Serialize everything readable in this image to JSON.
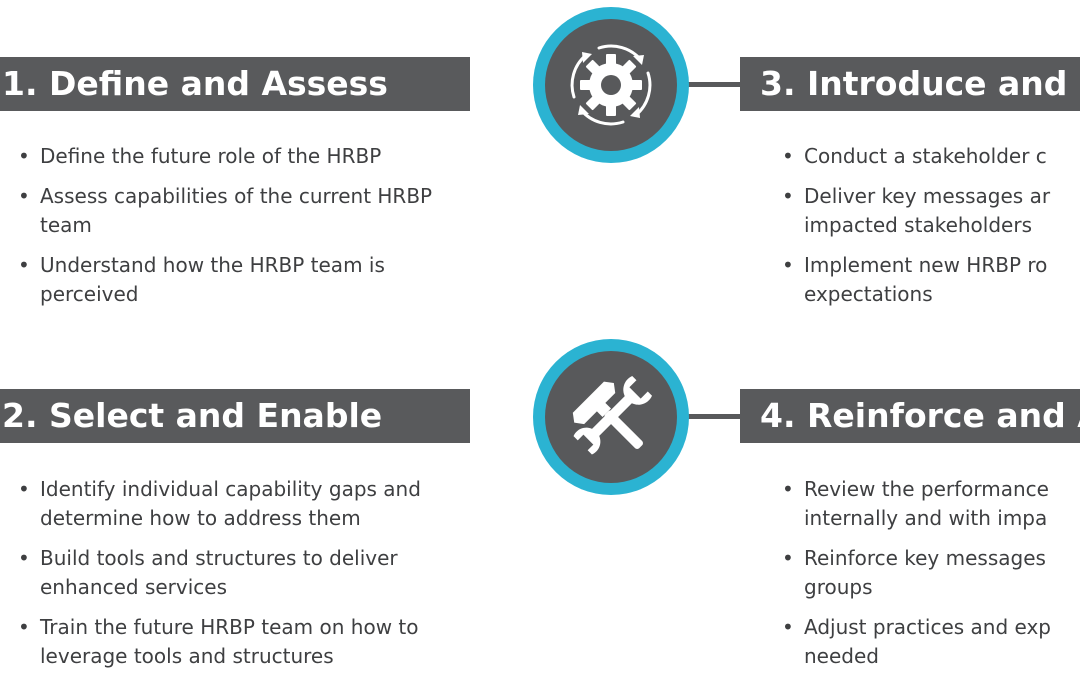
{
  "steps": [
    {
      "title": "1. Define and Assess",
      "bullets": [
        "Define the future role of the HRBP",
        "Assess capabilities of the current HRBP team",
        "Understand how the HRBP team is perceived"
      ]
    },
    {
      "title": "2. Select and Enable",
      "bullets": [
        "Identify individual capability gaps and determine how to address them",
        "Build tools and structures to deliver enhanced services",
        "Train the future HRBP team on how to leverage tools and structures"
      ]
    },
    {
      "title": "3. Introduce and",
      "bullets": [
        [
          "Conduct a stakeholder c"
        ],
        [
          "Deliver key messages ar",
          "impacted stakeholders"
        ],
        [
          "Implement new HRBP ro",
          "expectations"
        ]
      ]
    },
    {
      "title": "4. Reinforce and A",
      "bullets": [
        [
          "Review the performance",
          "internally and with impa"
        ],
        [
          "Reinforce key messages",
          "groups"
        ],
        [
          "Adjust practices and exp",
          "needed"
        ]
      ]
    }
  ],
  "icons": {
    "top": "gear-cycle-icon",
    "bottom": "hammer-wrench-icon"
  },
  "colors": {
    "header_bg": "#595a5c",
    "circle_ring": "#2bb3d2",
    "circle_fill": "#58595b",
    "text": "#3e3f41"
  }
}
